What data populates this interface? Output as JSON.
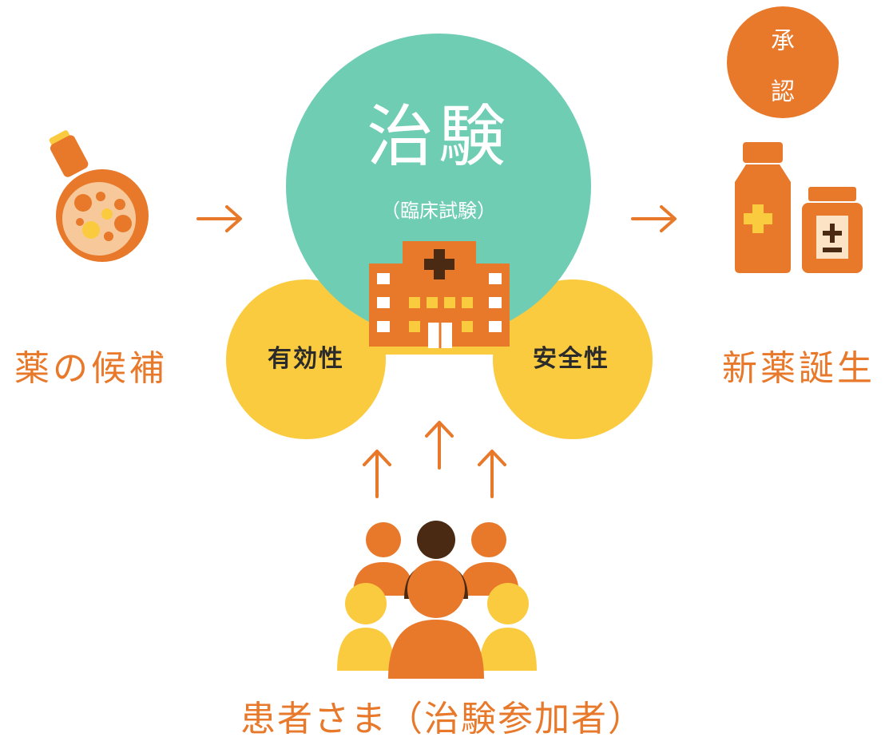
{
  "diagram": {
    "candidate_label": "薬の候補",
    "trial_title": "治験",
    "trial_subtitle": "（臨床試験）",
    "efficacy_label": "有効性",
    "safety_label": "安全性",
    "approval_line1": "承",
    "approval_line2": "認",
    "new_drug_label": "新薬誕生",
    "patients_label": "患者さま（治験参加者）"
  },
  "colors": {
    "orange": "#e8782a",
    "teal": "#6fcdb4",
    "yellow": "#fbcb3f",
    "dark_brown": "#4a2a12",
    "text_dark": "#2b2b2b"
  },
  "icons": {
    "candidate": "flask-icon",
    "hospital": "hospital-icon",
    "medicine": "medicine-bottles-icon",
    "patients": "people-group-icon",
    "arrow_right": "arrow-right-icon",
    "arrow_up": "arrow-up-icon"
  }
}
